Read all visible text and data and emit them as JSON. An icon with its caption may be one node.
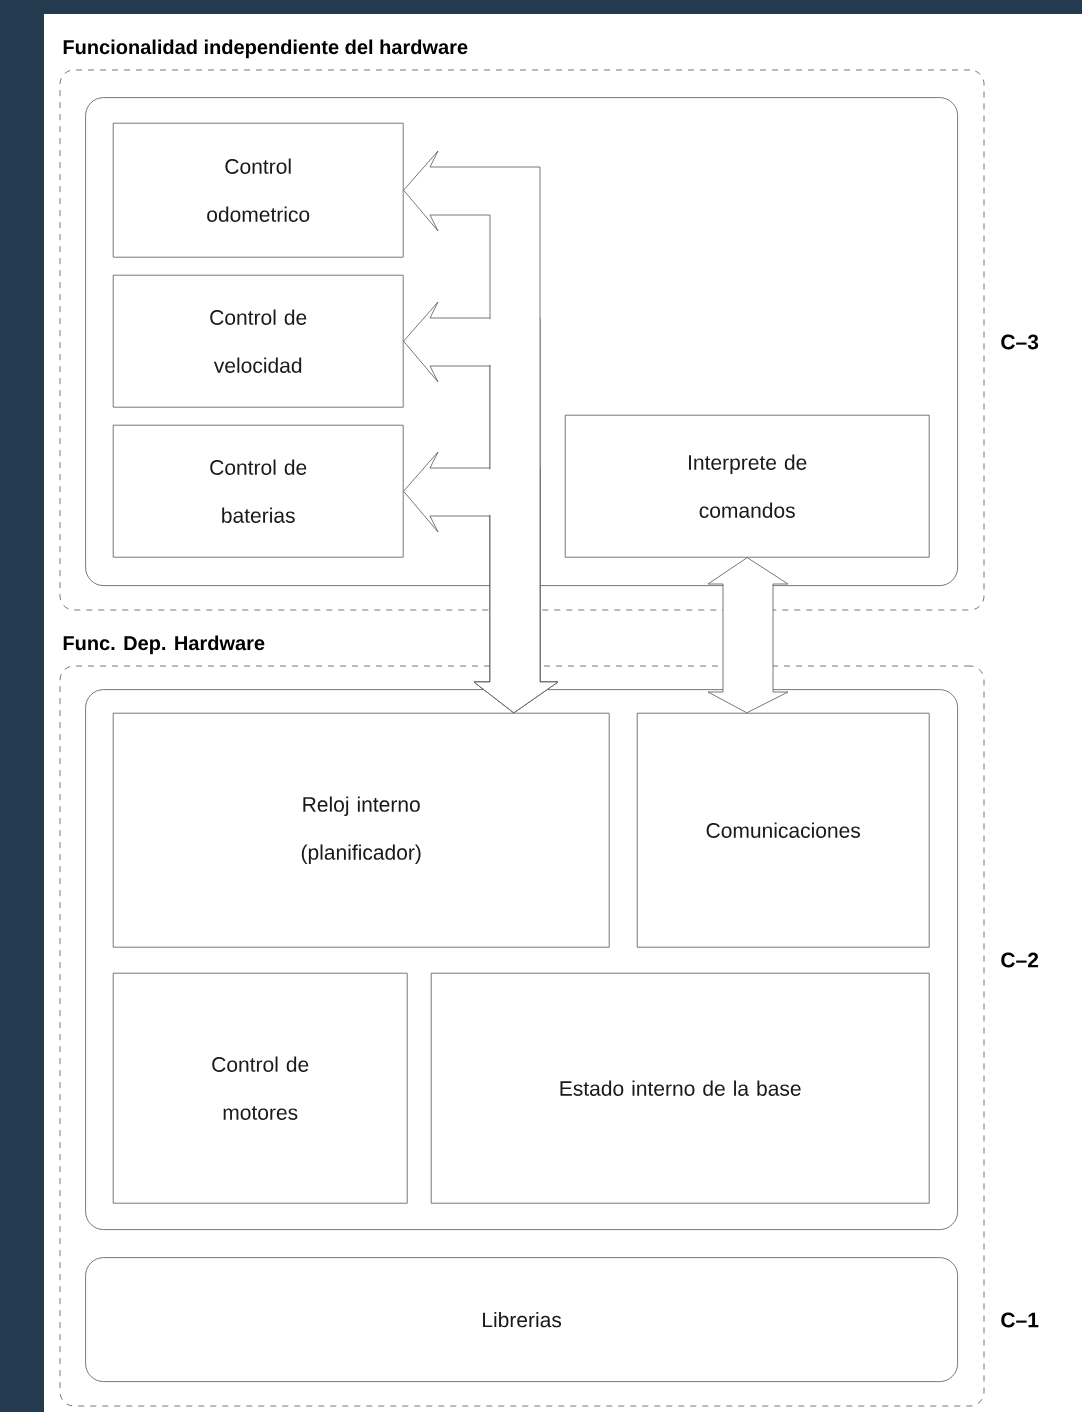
{
  "diagram": {
    "nodes": [
      {
        "text": [
          "Funcionalidad independiente del hardware"
        ]
      },
      {
        "text": [],
        "shape": "box",
        "in": 0,
        "beside": [
          "C–3"
        ]
      },
      {
        "text": [
          "Control odometrico"
        ],
        "in": 1
      },
      {
        "text": [
          "Control de velocidad"
        ],
        "in": 1
      },
      {
        "text": [
          "Control de baterias"
        ],
        "in": 1
      },
      {
        "text": [
          "Interprete de comandos"
        ],
        "in": 1
      },
      {
        "text": [
          "Func. Dep. Hardware"
        ]
      },
      {
        "text": [],
        "shape": "box",
        "in": 6,
        "beside": [
          "C–2"
        ]
      },
      {
        "text": [
          "Reloj interno (planificador)"
        ],
        "in": 7
      },
      {
        "text": [
          "Comunicaciones"
        ],
        "in": 7
      },
      {
        "text": [
          "Control de motores"
        ],
        "in": 7
      },
      {
        "text": [
          "Estado interno de la base"
        ],
        "in": 7
      },
      {
        "text": [
          "Librerias"
        ],
        "in": 6,
        "beside": [
          "C–1"
        ]
      }
    ],
    "edges": [
      {
        "from": 8,
        "to": 2,
        "arrow": "both"
      },
      {
        "from": 8,
        "to": 3,
        "arrow": "both"
      },
      {
        "from": 8,
        "to": 4,
        "arrow": "both"
      },
      {
        "from": 9,
        "to": 5,
        "arrow": "both"
      }
    ]
  }
}
